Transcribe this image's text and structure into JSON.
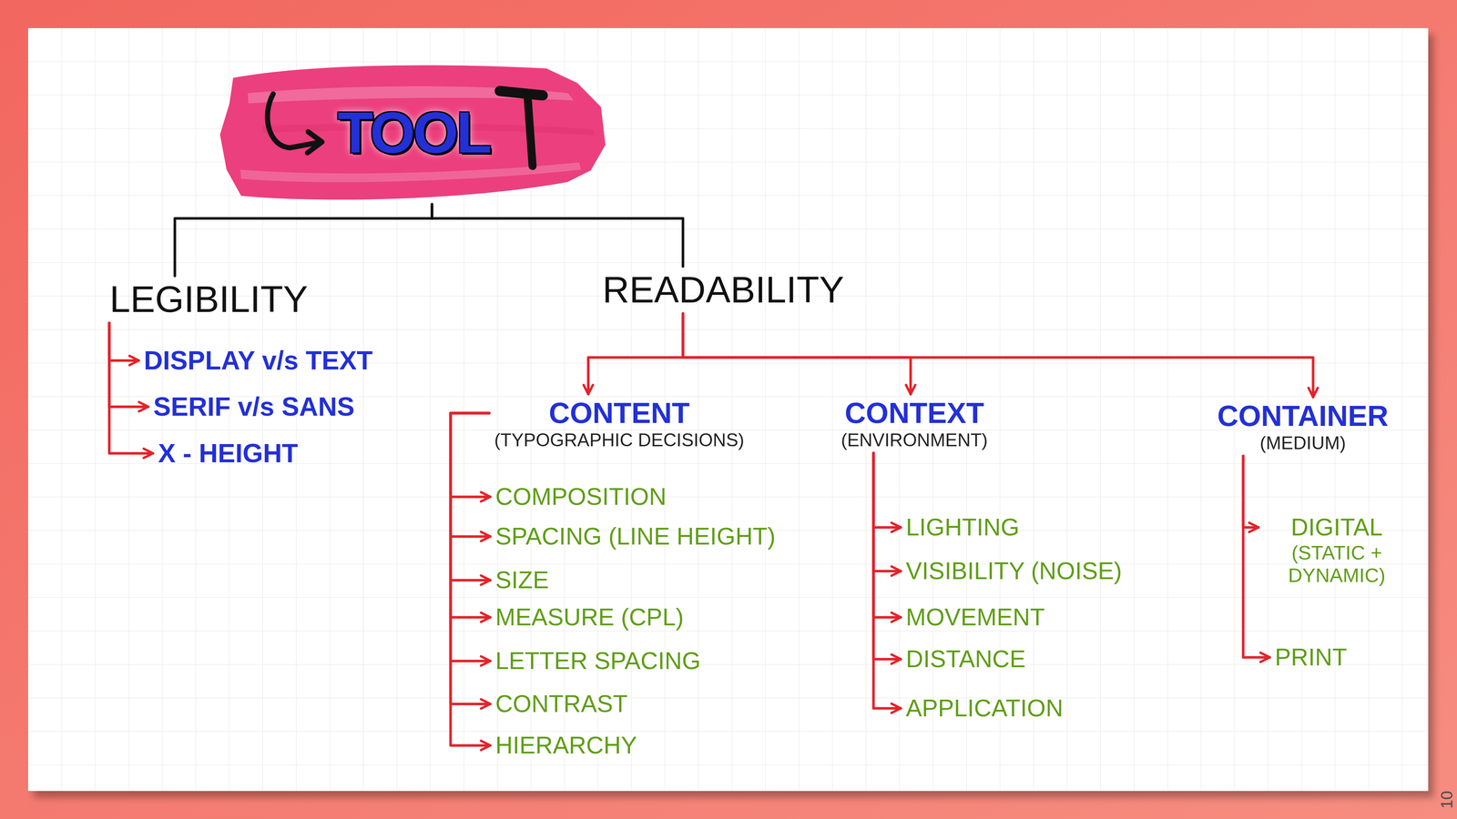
{
  "diagram": {
    "nodes": [
      {
        "text": [
          "TOOL"
        ]
      },
      {
        "text": [
          "LEGIBILITY"
        ]
      },
      {
        "text": [
          "DISPLAY v/s TEXT"
        ]
      },
      {
        "text": [
          "SERIF v/s SANS"
        ]
      },
      {
        "text": [
          "X - HEIGHT"
        ]
      },
      {
        "text": [
          "READABILITY"
        ]
      },
      {
        "text": [
          "CONTENT",
          "(TYPOGRAPHIC DECISIONS)"
        ]
      },
      {
        "text": [
          "COMPOSITION"
        ]
      },
      {
        "text": [
          "SPACING (LINE HEIGHT)"
        ]
      },
      {
        "text": [
          "SIZE"
        ]
      },
      {
        "text": [
          "MEASURE (CPL)"
        ]
      },
      {
        "text": [
          "LETTER SPACING"
        ]
      },
      {
        "text": [
          "CONTRAST"
        ]
      },
      {
        "text": [
          "HIERARCHY"
        ]
      },
      {
        "text": [
          "CONTEXT",
          "(ENVIRONMENT)"
        ]
      },
      {
        "text": [
          "LIGHTING"
        ]
      },
      {
        "text": [
          "VISIBILITY (NOISE)"
        ]
      },
      {
        "text": [
          "MOVEMENT"
        ]
      },
      {
        "text": [
          "DISTANCE"
        ]
      },
      {
        "text": [
          "APPLICATION"
        ]
      },
      {
        "text": [
          "CONTAINER",
          "(MEDIUM)"
        ]
      },
      {
        "text": [
          "DIGITAL",
          "(STATIC + DYNAMIC)"
        ]
      },
      {
        "text": [
          "PRINT"
        ]
      }
    ],
    "edges": [
      {
        "from": 0,
        "to": 1,
        "arrow": "none"
      },
      {
        "from": 0,
        "to": 5,
        "arrow": "none"
      },
      {
        "from": 1,
        "to": 2,
        "arrow": "to"
      },
      {
        "from": 1,
        "to": 3,
        "arrow": "to"
      },
      {
        "from": 1,
        "to": 4,
        "arrow": "to"
      },
      {
        "from": 5,
        "to": 6,
        "arrow": "to"
      },
      {
        "from": 5,
        "to": 14,
        "arrow": "to"
      },
      {
        "from": 5,
        "to": 20,
        "arrow": "to"
      },
      {
        "from": 6,
        "to": 7,
        "arrow": "to"
      },
      {
        "from": 6,
        "to": 8,
        "arrow": "to"
      },
      {
        "from": 6,
        "to": 9,
        "arrow": "to"
      },
      {
        "from": 6,
        "to": 10,
        "arrow": "to"
      },
      {
        "from": 6,
        "to": 11,
        "arrow": "to"
      },
      {
        "from": 6,
        "to": 12,
        "arrow": "to"
      },
      {
        "from": 6,
        "to": 13,
        "arrow": "to"
      },
      {
        "from": 14,
        "to": 15,
        "arrow": "to"
      },
      {
        "from": 14,
        "to": 16,
        "arrow": "to"
      },
      {
        "from": 14,
        "to": 17,
        "arrow": "to"
      },
      {
        "from": 14,
        "to": 18,
        "arrow": "to"
      },
      {
        "from": 14,
        "to": 19,
        "arrow": "to"
      },
      {
        "from": 20,
        "to": 21,
        "arrow": "to"
      },
      {
        "from": 20,
        "to": 22,
        "arrow": "to"
      }
    ],
    "labels": [
      "10"
    ]
  }
}
